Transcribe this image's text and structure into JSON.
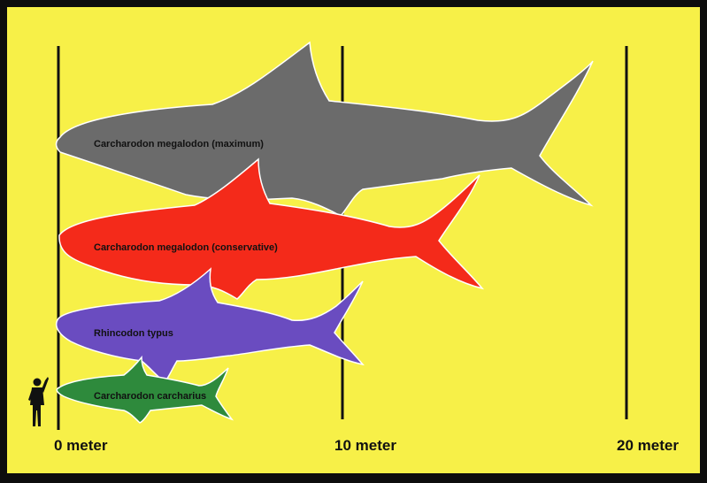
{
  "scale": {
    "unit_labels": [
      "0 meter",
      "10 meter",
      "20 meter"
    ],
    "ticks_m": [
      0,
      10,
      20
    ]
  },
  "sharks": [
    {
      "label": "Carcharodon megalodon (maximum)",
      "color": "#6b6b6b",
      "text_color": "#111111"
    },
    {
      "label": "Carcharodon megalodon (conservative)",
      "color": "#f42a1a",
      "text_color": "#111111"
    },
    {
      "label": "Rhincodon typus",
      "color": "#6a4cc0",
      "text_color": "#111111"
    },
    {
      "label": "Carcharodon carcharius",
      "color": "#2e8a3c",
      "text_color": "#111111"
    }
  ],
  "human": {
    "icon": "human-silhouette-icon",
    "color": "#111111"
  },
  "colors": {
    "background": "#f7f048",
    "frame": "#0d0d0d",
    "lines": "#111111"
  }
}
